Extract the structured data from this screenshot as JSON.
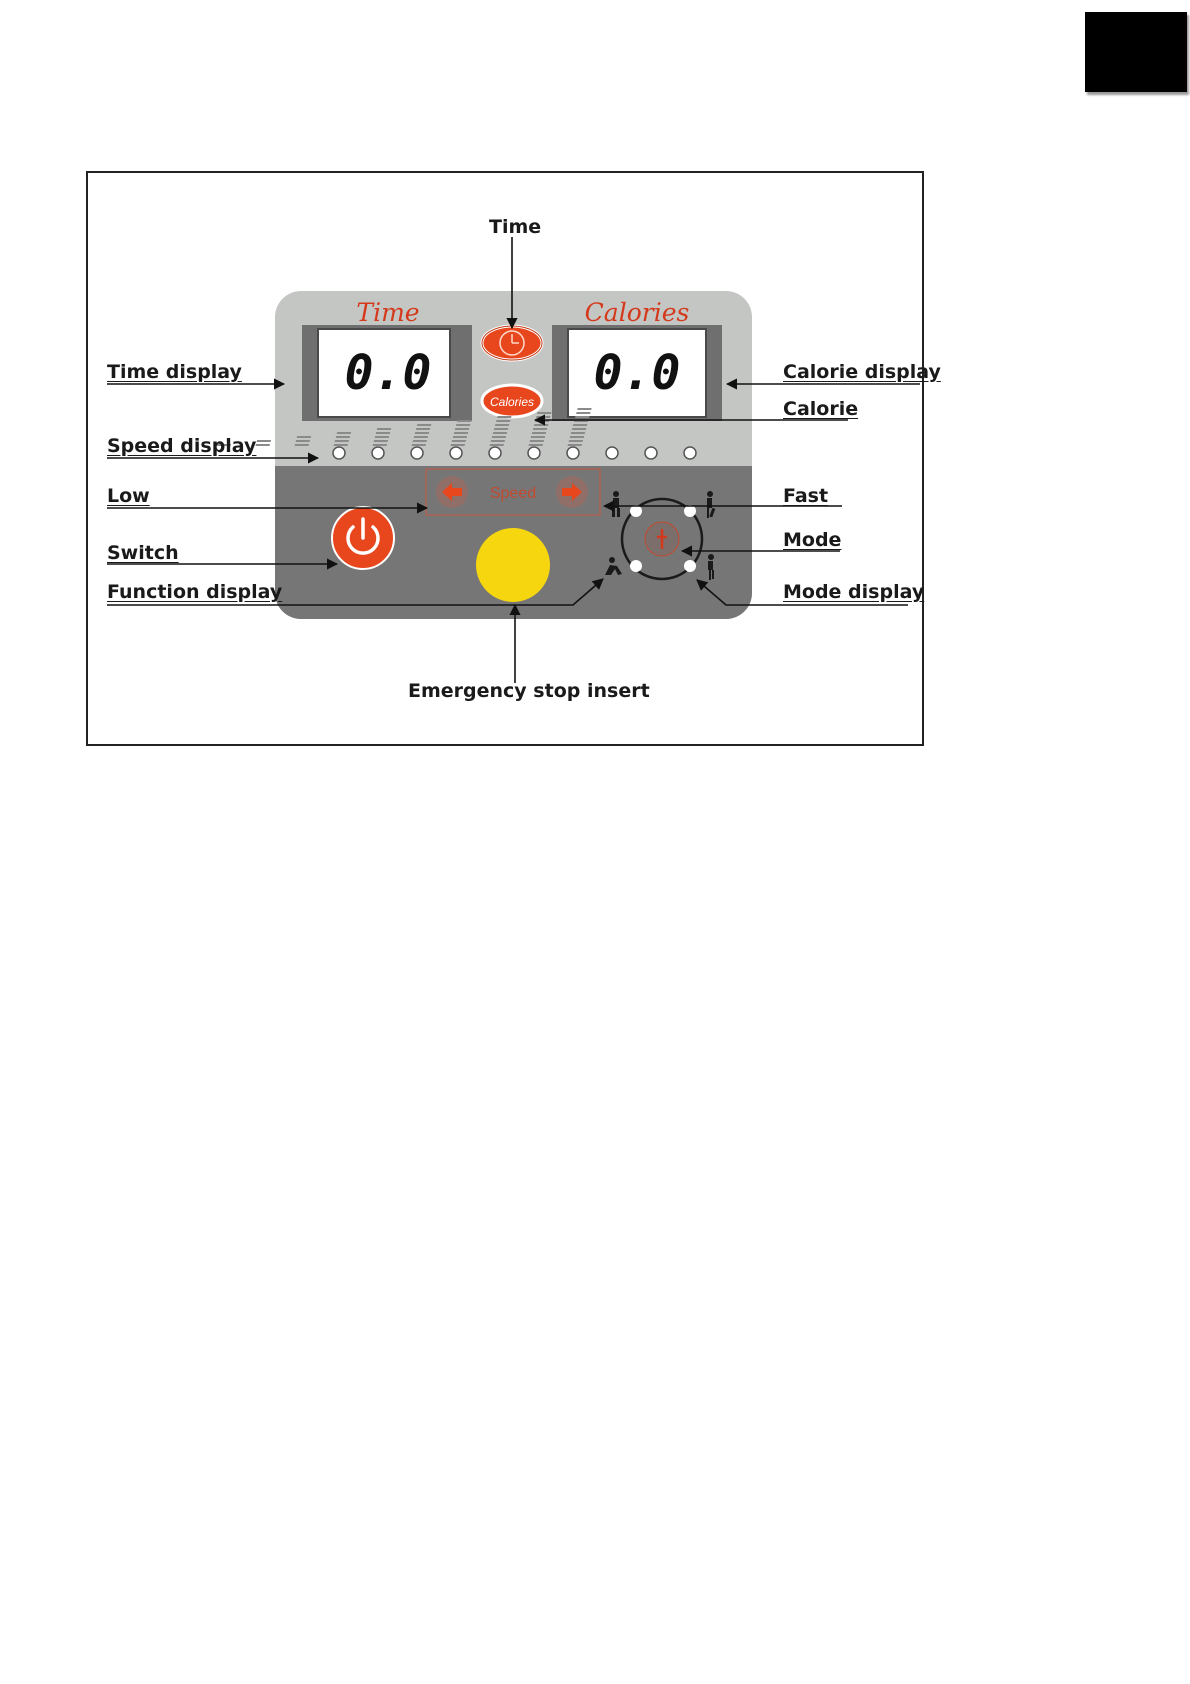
{
  "panel": {
    "time_title": "Time",
    "calories_title": "Calories",
    "time_value": "0.0",
    "calories_value": "0.0",
    "calories_button_label": "Calories",
    "speed_label": "Speed",
    "speed_leds": 10
  },
  "callouts": {
    "time": "Time",
    "time_display": "Time display",
    "speed_display": "Speed display",
    "low": "Low",
    "switch": "Switch",
    "function_display": "Function display",
    "calorie_display": "Calorie display",
    "calorie": "Calorie",
    "fast": "Fast",
    "mode": "Mode",
    "mode_display": "Mode display",
    "emergency_stop": "Emergency stop insert"
  },
  "colors": {
    "panel_top": "#c4c6c4",
    "panel_bottom": "#767676",
    "accent_red": "#e8471e",
    "stop_yellow": "#f5d60f"
  }
}
